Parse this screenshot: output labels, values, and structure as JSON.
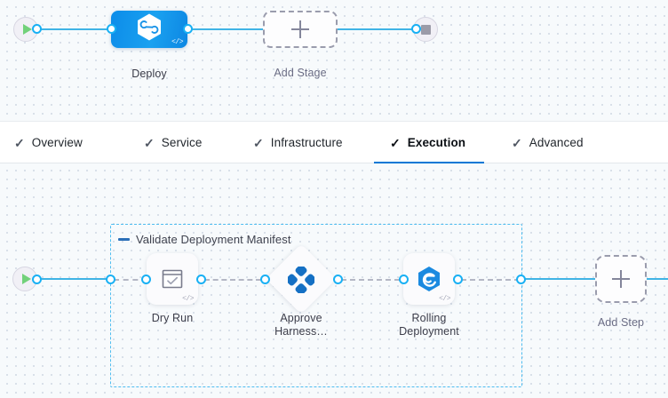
{
  "stage_canvas": {
    "name": "pipeline-stage-canvas",
    "start_node": {
      "icon": "play-icon"
    },
    "end_node": {
      "icon": "stop-icon"
    },
    "nodes": [
      {
        "id": "deploy",
        "label": "Deploy",
        "icon": "harness-hexagon-icon",
        "code_badge": "</>",
        "type": "stage"
      },
      {
        "id": "add-stage",
        "label": "Add Stage",
        "icon": "plus-icon",
        "type": "add"
      }
    ]
  },
  "tabs": {
    "check_glyph": "✓",
    "active_index": 3,
    "accent_color": "#0278d5",
    "items": [
      {
        "label": "Overview",
        "active": false
      },
      {
        "label": "Service",
        "active": false
      },
      {
        "label": "Infrastructure",
        "active": false
      },
      {
        "label": "Execution",
        "active": true
      },
      {
        "label": "Advanced",
        "active": false
      }
    ]
  },
  "execution_canvas": {
    "name": "execution-steps-canvas",
    "start_node": {
      "icon": "play-icon"
    },
    "group": {
      "title": "Validate Deployment Manifest",
      "collapse_icon": "minus-icon",
      "border_color": "#4fbdf0"
    },
    "steps": [
      {
        "id": "dry-run",
        "label": "Dry Run",
        "icon": "checked-window-icon",
        "code_badge": "</>",
        "shape": "rounded-square"
      },
      {
        "id": "approve-harness",
        "label": "Approve Harness…",
        "icon": "approval-quadrant-icon",
        "shape": "diamond"
      },
      {
        "id": "rolling-deployment",
        "label": "Rolling Deployment",
        "icon": "kubernetes-hexagon-icon",
        "code_badge": "</>",
        "shape": "rounded-square"
      }
    ],
    "add_step": {
      "label": "Add Step",
      "icon": "plus-icon"
    }
  }
}
